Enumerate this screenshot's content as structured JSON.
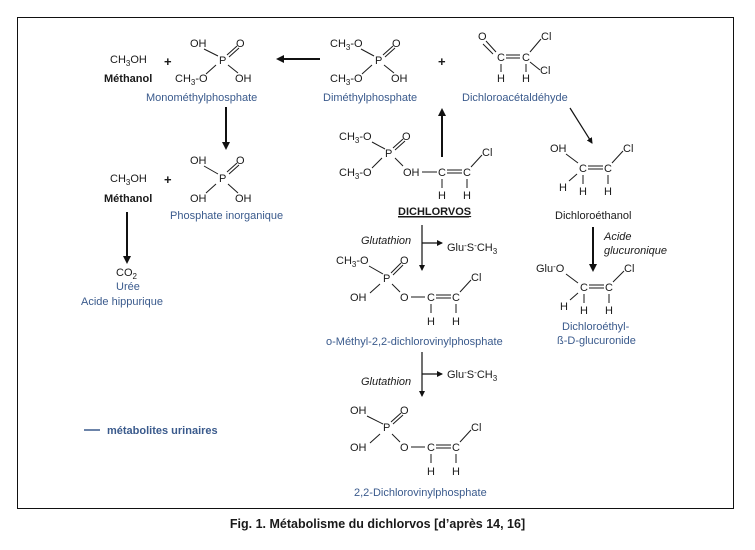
{
  "caption": "Fig. 1. Métabolisme du dichlorvos [d’après 14, 16]",
  "colors": {
    "metabolite_label": "#3a5a8c",
    "text": "#1a1a1a",
    "frame": "#111111"
  },
  "legend": {
    "label": "métabolites urinaires"
  },
  "compounds": {
    "methanol_top": {
      "formula": "CH3OH",
      "name": "Méthanol"
    },
    "monomethylphosphate": {
      "name": "Monométhylphosphate",
      "groups": [
        "OH",
        "O",
        "CH3-O",
        "OH"
      ]
    },
    "dimethylphosphate": {
      "name": "Diméthylphosphate",
      "groups": [
        "CH3-O",
        "O",
        "CH3-O",
        "OH"
      ]
    },
    "dichloroacetaldehyde": {
      "name": "Dichloroacétaldéhyde",
      "groups": [
        "O",
        "Cl",
        "Cl",
        "H",
        "H"
      ]
    },
    "methanol_mid": {
      "formula": "CH3OH",
      "name": "Méthanol"
    },
    "phosphate_inorganique": {
      "name": "Phosphate inorganique",
      "groups": [
        "OH",
        "O",
        "OH",
        "OH"
      ]
    },
    "end_products": [
      "CO2",
      "Urée",
      "Acide hippurique"
    ],
    "dichlorvos": {
      "name": "DICHLORVOS",
      "groups": [
        "CH3-O",
        "O",
        "CH3-O",
        "OH",
        "Cl",
        "H",
        "H"
      ]
    },
    "dichloroethanol": {
      "name": "Dichloroéthanol",
      "groups": [
        "OH",
        "Cl",
        "H",
        "H",
        "H"
      ]
    },
    "dichloroethyl_glucuronide": {
      "name_line1": "Dichloroéthyl-",
      "name_line2": "ß-D-glucuronide",
      "groups": [
        "Glu-O",
        "Cl",
        "H",
        "H",
        "H"
      ]
    },
    "o_methyl_dcvp": {
      "name": "o-Méthyl-2,2-dichlorovinylphosphate",
      "groups": [
        "CH3-O",
        "O",
        "OH",
        "O",
        "Cl",
        "H",
        "H"
      ]
    },
    "dcvp": {
      "name": "2,2-Dichlorovinylphosphate",
      "groups": [
        "OH",
        "O",
        "OH",
        "O",
        "Cl",
        "H",
        "H"
      ]
    }
  },
  "reagents": {
    "glutathion_1": "Glutathion",
    "glutathion_2": "Glutathion",
    "glu_s_ch3_1": "Glu-S-CH3",
    "glu_s_ch3_2": "Glu-S-CH3",
    "acide_glucuronique_line1": "Acide",
    "acide_glucuronique_line2": "glucuronique"
  },
  "symbols": {
    "plus": "+"
  },
  "atoms": {
    "P": "P",
    "C": "C",
    "H": "H",
    "O": "O",
    "Cl": "Cl",
    "OH": "OH"
  }
}
